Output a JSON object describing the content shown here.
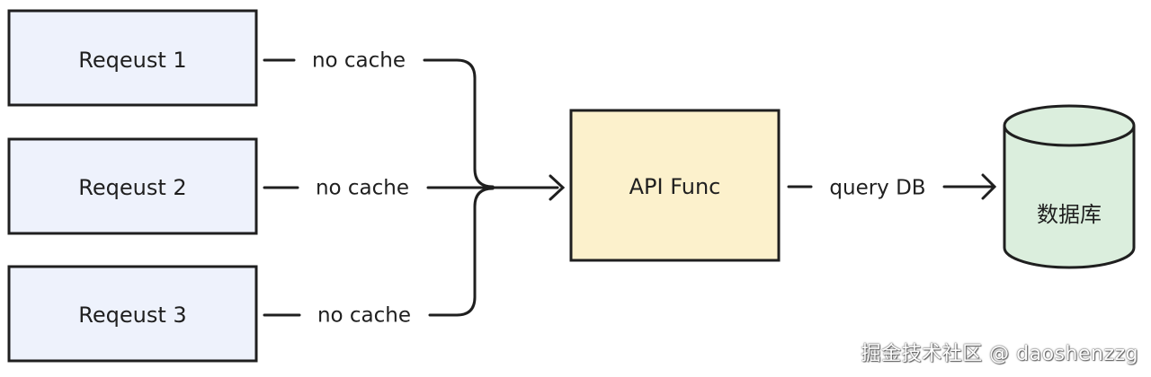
{
  "requests": [
    {
      "label": "Reqeust 1",
      "edge_label": "no cache"
    },
    {
      "label": "Reqeust 2",
      "edge_label": "no cache"
    },
    {
      "label": "Reqeust 3",
      "edge_label": "no cache"
    }
  ],
  "api": {
    "label": "API Func"
  },
  "db_edge": {
    "label": "query DB"
  },
  "database": {
    "label": "数据库"
  },
  "watermark": "掘金技术社区 @ daoshenzzg",
  "colors": {
    "request_fill": "#eef2fc",
    "api_fill": "#fcf1cc",
    "db_fill": "#dbeedd",
    "stroke": "#1f1f1f"
  }
}
